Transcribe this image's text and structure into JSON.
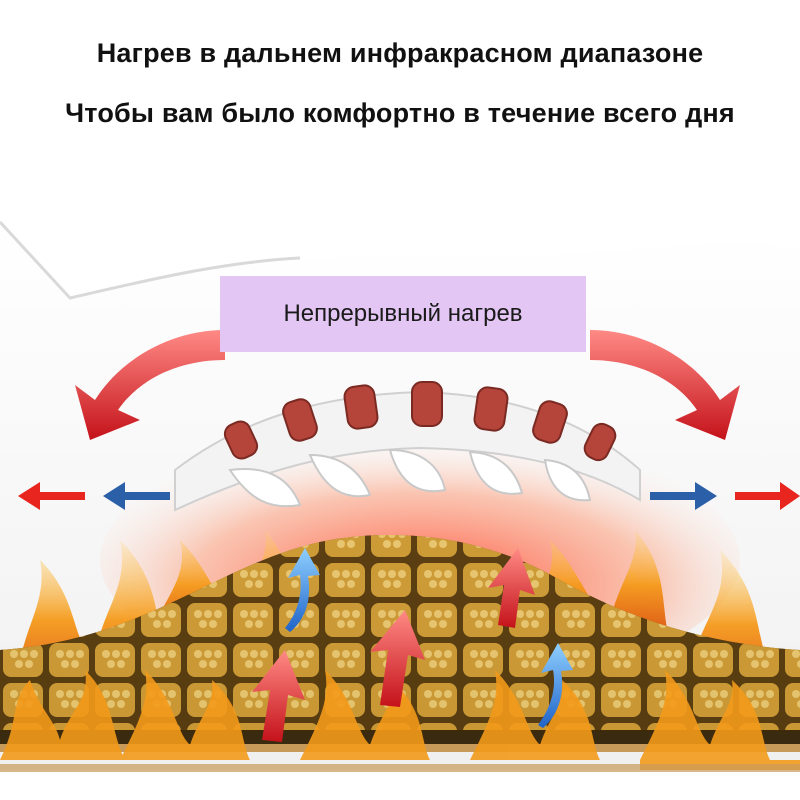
{
  "headline": {
    "line1": "Нагрев в дальнем инфракрасном диапазоне",
    "line2": "Чтобы вам было комфортно в течение всего дня"
  },
  "badge": {
    "label": "Непрерывный нагрев"
  },
  "colors": {
    "arrow_red": "#e8251f",
    "arrow_blue": "#2b5fa8",
    "badge_bg": "#e3c6f3",
    "flame": "#f39a1a",
    "mat_grid": "#6a4a1c"
  },
  "icons": {
    "curved_arrows": "curved-arrow-icon",
    "side_arrows": "arrow-icon",
    "rising_arrows": "up-arrow-icon"
  }
}
